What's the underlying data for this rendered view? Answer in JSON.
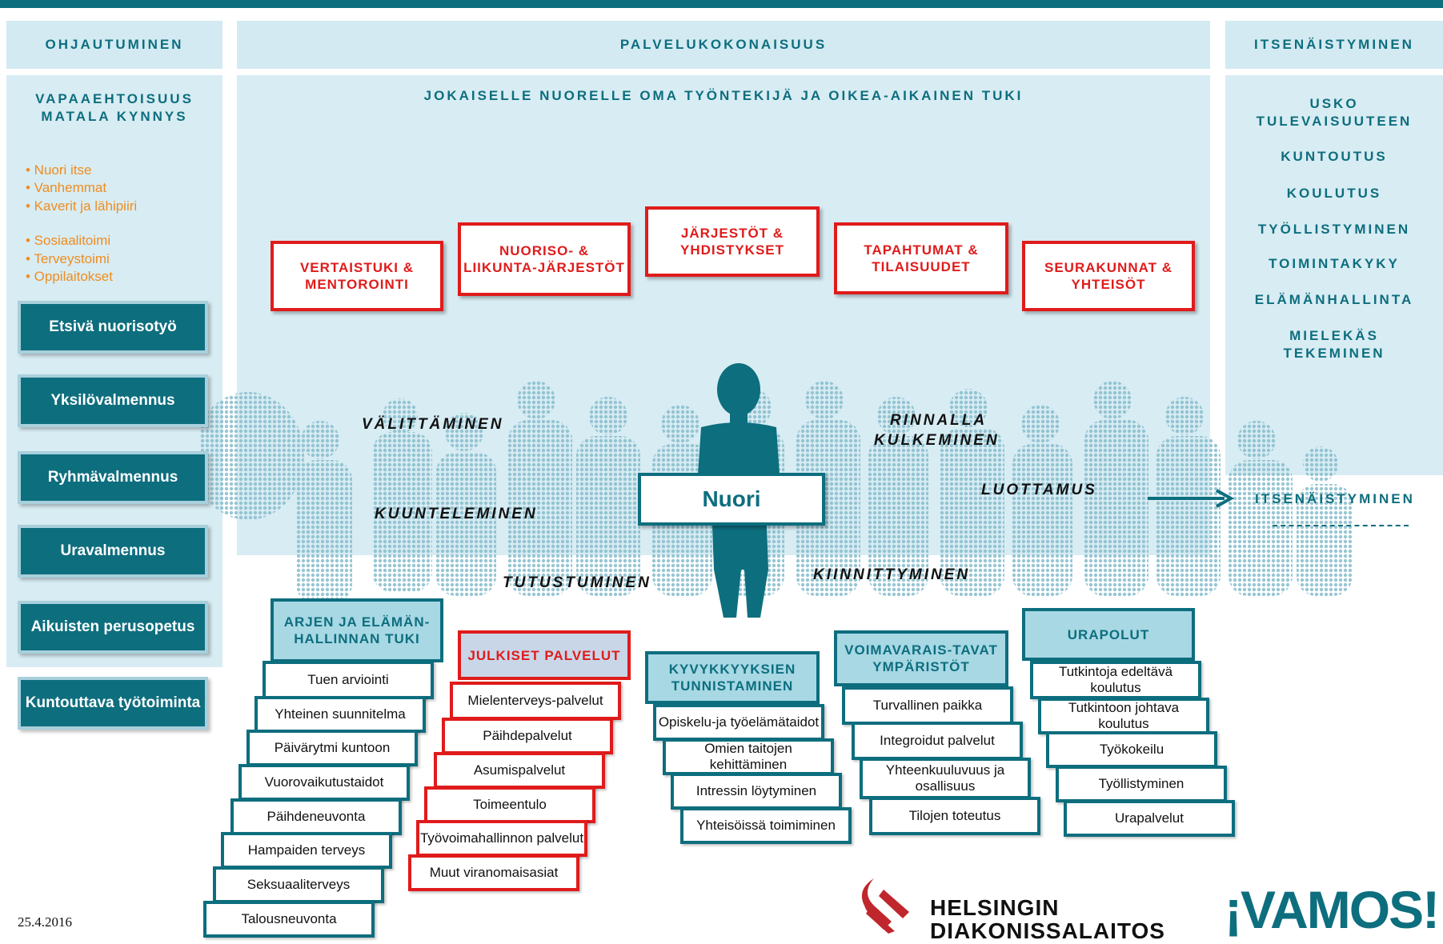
{
  "columns": {
    "left": "OHJAUTUMINEN",
    "center": "PALVELUKOKONAISUUS",
    "right": "ITSENÄISTYMINEN"
  },
  "left": {
    "subtitle_1": "VAPAAEHTOISUUS",
    "subtitle_2": "MATALA KYNNYS",
    "list1": [
      "• Nuori itse",
      "• Vanhemmat",
      "• Kaverit ja lähipiiri"
    ],
    "list2": [
      "• Sosiaalitoimi",
      "• Terveystoimi",
      "• Oppilaitokset"
    ],
    "buttons": [
      "Etsivä  nuorisotyö",
      "Yksilövalmennus",
      "Ryhmävalmennus",
      "Uravalmennus",
      "Aikuisten perusopetus",
      "Kuntouttava työtoiminta"
    ]
  },
  "center": {
    "headline": "JOKAISELLE NUORELLE OMA TYÖNTEKIJÄ JA OIKEA-AIKAINEN TUKI",
    "red_boxes": [
      "VERTAISTUKI & MENTOROINTI",
      "NUORISO- & LIIKUNTA-JÄRJESTÖT",
      "JÄRJESTÖT & YHDISTYKSET",
      "TAPAHTUMAT & TILAISUUDET",
      "SEURAKUNNAT & YHTEISÖT"
    ],
    "verbs": [
      "VÄLITTÄMINEN",
      "KUUNTELEMINEN",
      "TUTUSTUMINEN",
      "RINNALLA",
      "KULKEMINEN",
      "LUOTTAMUS",
      "KIINNITTYMINEN"
    ],
    "nuori": "Nuori",
    "arrow_label": "ITSENÄISTYMINEN"
  },
  "right": {
    "items": [
      "USKO",
      "TULEVAISUUTEEN",
      "KUNTOUTUS",
      "KOULUTUS",
      "TYÖLLISTYMINEN",
      "TOIMINTAKYKY",
      "ELÄMÄNHALLINTA",
      "MIELEKÄS",
      "TEKEMINEN"
    ]
  },
  "stacks": [
    {
      "header": "ARJEN JA ELÄMÄN-HALLINNAN  TUKI",
      "items": [
        "Tuen arviointi",
        "Yhteinen suunnitelma",
        "Päivärytmi kuntoon",
        "Vuorovaikutustaidot",
        "Päihdeneuvonta",
        "Hampaiden terveys",
        "Seksuaaliterveys",
        "Talousneuvonta"
      ]
    },
    {
      "header": "JULKISET PALVELUT",
      "items": [
        "Mielenterveys-palvelut",
        "Päihdepalvelut",
        "Asumispalvelut",
        "Toimeentulo",
        "Työvoimahallinnon palvelut",
        "Muut viranomaisasiat"
      ]
    },
    {
      "header": "KYVYKKYYKSIEN TUNNISTAMINEN",
      "items": [
        "Opiskelu-ja työelämätaidot",
        "Omien taitojen kehittäminen",
        "Intressin löytyminen",
        "Yhteisöissä toimiminen"
      ]
    },
    {
      "header": "VOIMAVARAIS-TAVAT YMPÄRISTÖT",
      "items": [
        "Turvallinen paikka",
        "Integroidut  palvelut",
        "Yhteenkuuluvuus ja osallisuus",
        "Tilojen toteutus"
      ]
    },
    {
      "header": "URAPOLUT",
      "items": [
        "Tutkintoja edeltävä koulutus",
        "Tutkintoon johtava koulutus",
        "Työkokeilu",
        "Työllistyminen",
        "Urapalvelut"
      ]
    }
  ],
  "footer": {
    "date": "25.4.2016",
    "logo1_line1": "HELSINGIN",
    "logo1_line2": "DIAKONISSALAITOS",
    "logo2": "¡VAMOS!"
  },
  "colors": {
    "teal": "#0d6e7e",
    "red": "#e01b1b",
    "orange": "#f08c1e",
    "panel": "#d8ecf3"
  }
}
